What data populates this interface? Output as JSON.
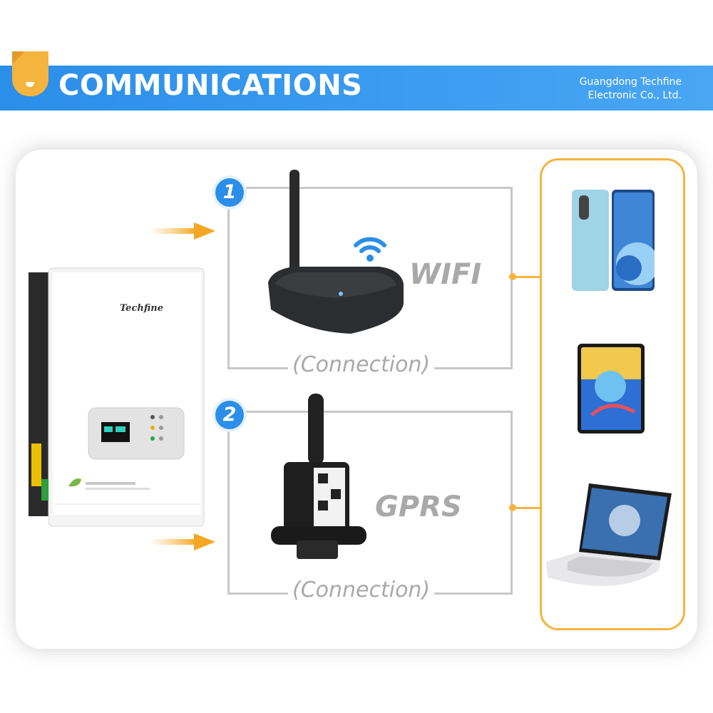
{
  "header": {
    "title": "COMMUNICATIONS",
    "company_line1": "Guangdong Techfine",
    "company_line2": "Electronic Co., Ltd."
  },
  "inverter": {
    "brand": "Techfine"
  },
  "methods": [
    {
      "number": "1",
      "name": "WIFI",
      "connection": "(Connection)"
    },
    {
      "number": "2",
      "name": "GPRS",
      "connection": "(Connection)"
    }
  ],
  "colors": {
    "banner": "#2b8ee8",
    "accent": "#f5b43e",
    "line": "#c8c8c8",
    "label": "#a9a9a9"
  },
  "icons": [
    "wifi-icon",
    "smartphone-icon",
    "tablet-icon",
    "laptop-icon",
    "arrow-icon"
  ]
}
